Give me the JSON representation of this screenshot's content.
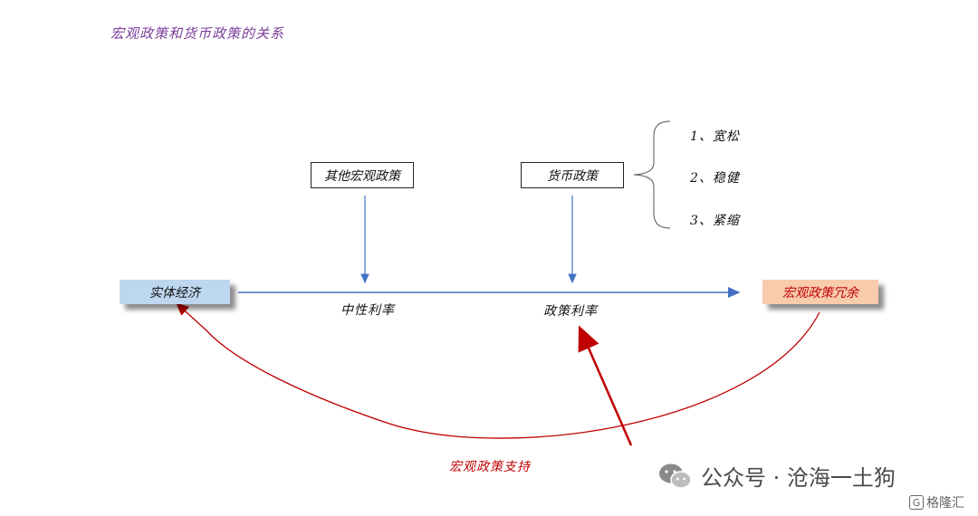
{
  "title": "宏观政策和货币政策的关系",
  "nodes": {
    "other_macro": "其他宏观政策",
    "monetary": "货币政策",
    "real_economy": "实体经济",
    "macro_surplus": "宏观政策冗余"
  },
  "monetary_options": [
    "1、宽松",
    "2、稳健",
    "3、紧缩"
  ],
  "labels": {
    "neutral_rate": "中性利率",
    "policy_rate": "政策利率",
    "macro_support": "宏观政策支持"
  },
  "watermark": {
    "text": "公众号 · 沧海一土狗",
    "brand": "格隆汇",
    "brand_mark": "G"
  },
  "colors": {
    "title": "#7a3a9a",
    "blue_arrow": "#4472c4",
    "red_arrow": "#c00000",
    "real_economy_fill": "#bdd7ee",
    "surplus_fill": "#f8cbad"
  }
}
